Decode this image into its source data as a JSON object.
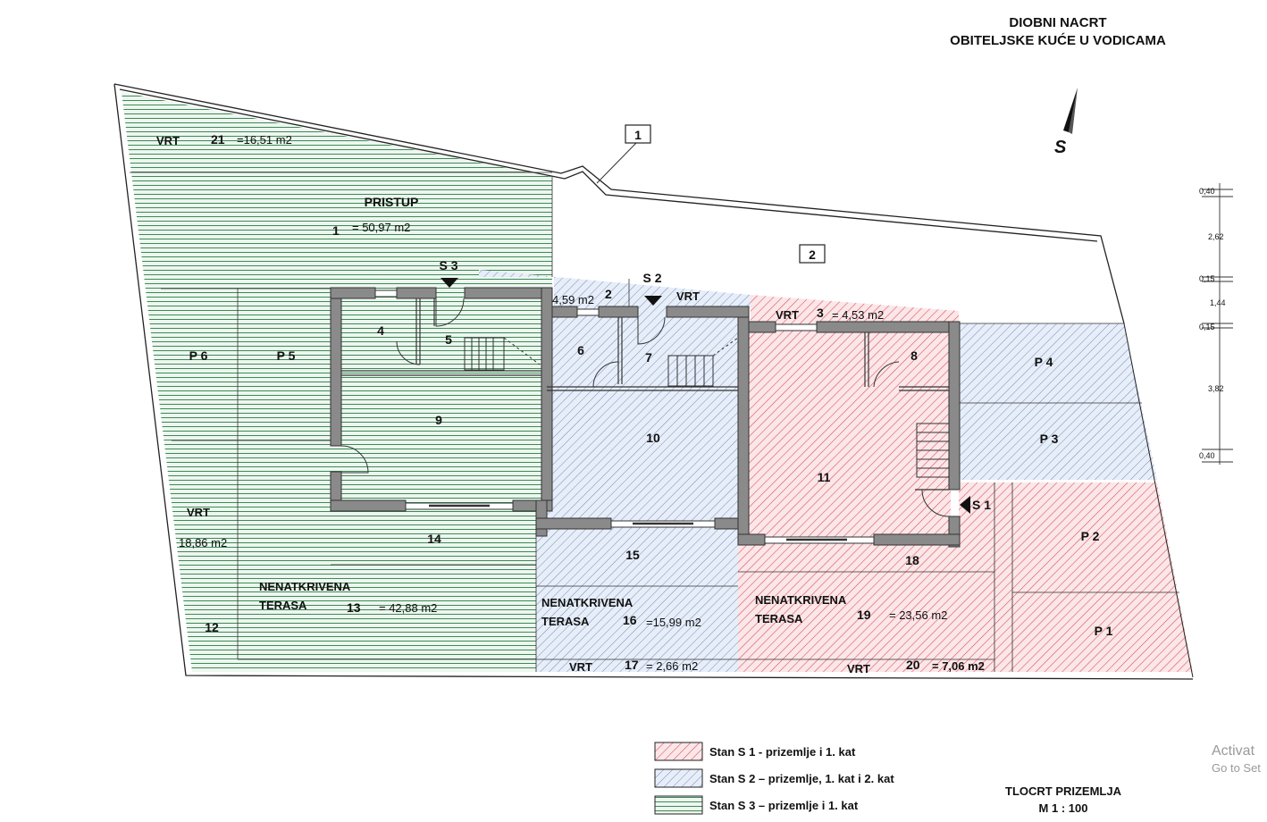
{
  "title": {
    "line1": "DIOBNI NACRT",
    "line2": "OBITELJSKE KUĆE U VODICAMA"
  },
  "north": {
    "label": "S"
  },
  "footer": {
    "plan_name": "TLOCRT PRIZEMLJA",
    "scale": "M 1 : 100"
  },
  "legend": [
    {
      "label": "Stan S 1 - prizemlje i 1. kat",
      "color": "#d84a55"
    },
    {
      "label": "Stan S 2 – prizemlje, 1. kat i 2. kat",
      "color": "#5b7fb8"
    },
    {
      "label": "Stan S 3 – prizemlje i 1. kat",
      "color": "#3d8a55"
    }
  ],
  "dimensions": [
    "0,40",
    "2,62",
    "0,15",
    "1,44",
    "0,15",
    "3,82",
    "0,40"
  ],
  "rooms": {
    "r1": {
      "num": "1",
      "name": "PRISTUP",
      "area": "= 50,97 m2"
    },
    "r2_top": {
      "num": "2"
    },
    "r2": {
      "num": "2",
      "name": "VRT",
      "area": "4,59 m2"
    },
    "r3": {
      "num": "3",
      "name": "VRT",
      "area": "= 4,53 m2"
    },
    "r4": {
      "num": "4"
    },
    "r5": {
      "num": "5"
    },
    "r6": {
      "num": "6"
    },
    "r7": {
      "num": "7"
    },
    "r8": {
      "num": "8"
    },
    "r9": {
      "num": "9"
    },
    "r10": {
      "num": "10"
    },
    "r11": {
      "num": "11"
    },
    "r12": {
      "num": "12",
      "name": "VRT",
      "area": "18,86 m2"
    },
    "r13": {
      "num": "13",
      "name1": "NENATKRIVENA",
      "name2": "TERASA",
      "area": "= 42,88 m2"
    },
    "r14": {
      "num": "14"
    },
    "r15": {
      "num": "15"
    },
    "r16": {
      "num": "16",
      "name1": "NENATKRIVENA",
      "name2": "TERASA",
      "area": "=15,99 m2"
    },
    "r17": {
      "num": "17",
      "name": "VRT",
      "area": "= 2,66 m2"
    },
    "r18": {
      "num": "18"
    },
    "r19": {
      "num": "19",
      "name1": "NENATKRIVENA",
      "name2": "TERASA",
      "area": "= 23,56 m2"
    },
    "r20": {
      "num": "20",
      "name": "VRT",
      "area": "= 7,06 m2"
    },
    "r21": {
      "num": "21",
      "name": "VRT",
      "area": "=16,51 m2"
    }
  },
  "parking": {
    "p1": "P 1",
    "p2": "P 2",
    "p3": "P 3",
    "p4": "P 4",
    "p5": "P 5",
    "p6": "P 6"
  },
  "entrances": {
    "s1": "S 1",
    "s2": "S 2",
    "s3": "S 3"
  },
  "callout_1": "1",
  "overlay": {
    "line1": "Activat",
    "line2": "Go to Set"
  }
}
